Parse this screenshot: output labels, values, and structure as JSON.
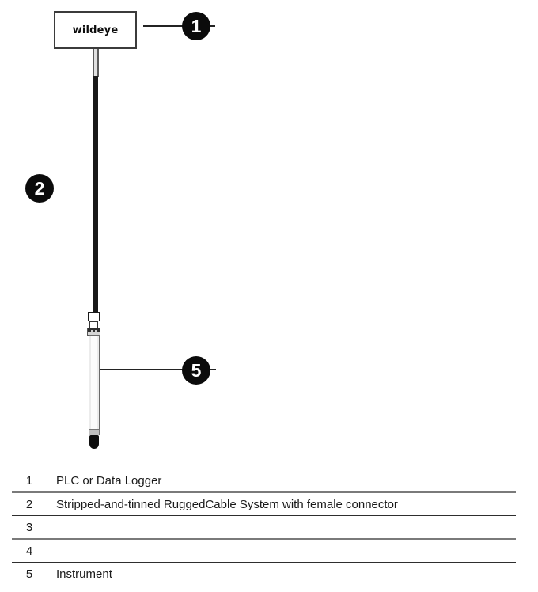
{
  "figure": {
    "device_box": {
      "label": "wildeye"
    },
    "callouts": [
      {
        "number": "1"
      },
      {
        "number": "2"
      },
      {
        "number": "5"
      }
    ]
  },
  "legend": {
    "rows": [
      {
        "num": "1",
        "desc": "PLC or Data Logger"
      },
      {
        "num": "2",
        "desc": "Stripped-and-tinned RuggedCable System with female connector"
      },
      {
        "num": "3",
        "desc": ""
      },
      {
        "num": "4",
        "desc": ""
      },
      {
        "num": "5",
        "desc": "Instrument"
      }
    ]
  },
  "colors": {
    "callout_bg": "#0b0b0b",
    "callout_text": "#ffffff",
    "leader_line": "#232323",
    "cable": "#191919",
    "table_rule_thick": "#7a7a7a",
    "table_rule_thin": "#2e2e2e"
  }
}
